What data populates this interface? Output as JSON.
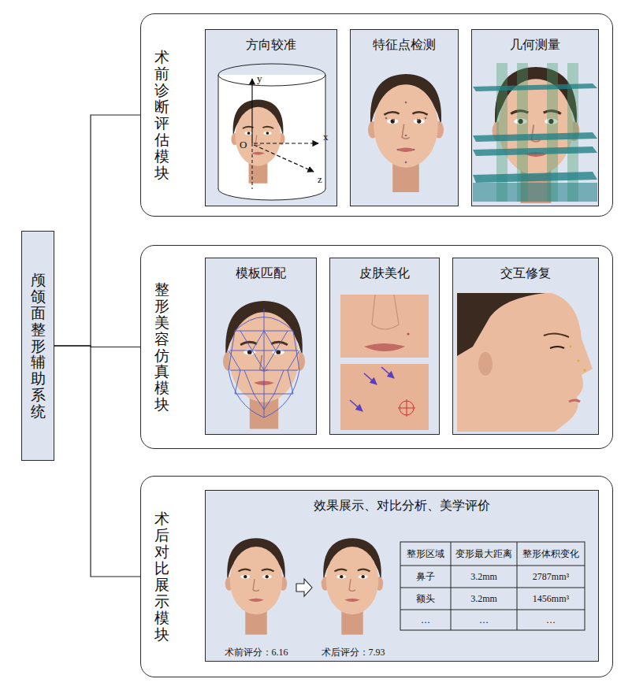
{
  "diagram": {
    "nodes": [
      {
        "text": [
          "颅颌面整形辅助系统"
        ]
      },
      {
        "text": [
          "术前诊断评估模块"
        ]
      },
      {
        "text": [
          "方向较准"
        ],
        "in": 1
      },
      {
        "text": [
          "特征点检测"
        ],
        "in": 1
      },
      {
        "text": [
          "几何测量"
        ],
        "in": 1
      },
      {
        "text": [
          "整形美容仿真模块"
        ]
      },
      {
        "text": [
          "模板匹配"
        ],
        "in": 5
      },
      {
        "text": [
          "皮肤美化"
        ],
        "in": 5
      },
      {
        "text": [
          "交互修复"
        ],
        "in": 5
      },
      {
        "text": [
          "术后对比展示模块"
        ]
      },
      {
        "text": [
          "效果展示、对比分析、美学评价"
        ],
        "in": 9
      }
    ],
    "edges": [
      {
        "from": 0,
        "to": 1,
        "arrow": "none"
      },
      {
        "from": 0,
        "to": 5,
        "arrow": "none"
      },
      {
        "from": 0,
        "to": 9,
        "arrow": "none"
      }
    ],
    "labels": [
      "y",
      "O",
      "x",
      "z",
      "整形区域",
      "变形最大距离",
      "整形体积变化",
      "鼻子",
      "3.2mm",
      "2787mm³",
      "额头",
      "3.2mm",
      "1456mm³",
      "…",
      "…",
      "…",
      "术前评分：6.16",
      "术后评分：7.93"
    ]
  }
}
